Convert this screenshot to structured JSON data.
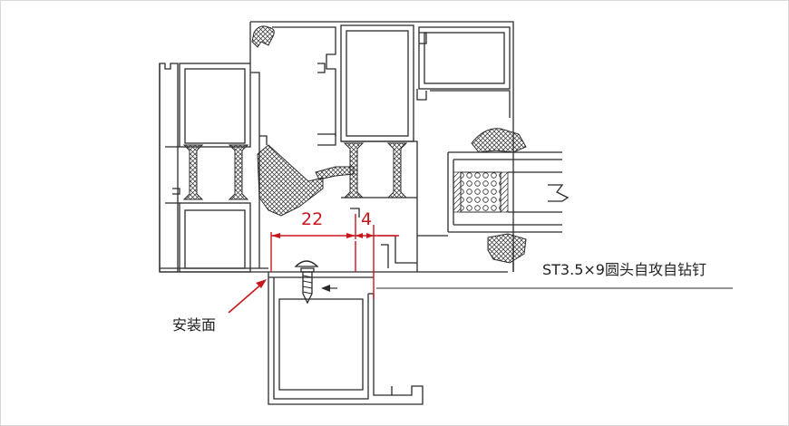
{
  "labels": {
    "dim_left": "22",
    "dim_right": "4",
    "screw_note": "ST3.5×9圆头自攻自钻钉",
    "mount_surface": "安装面"
  },
  "colors": {
    "dimension": "#c8161d",
    "outline": "#2b2b2b",
    "background": "#ffffff"
  }
}
